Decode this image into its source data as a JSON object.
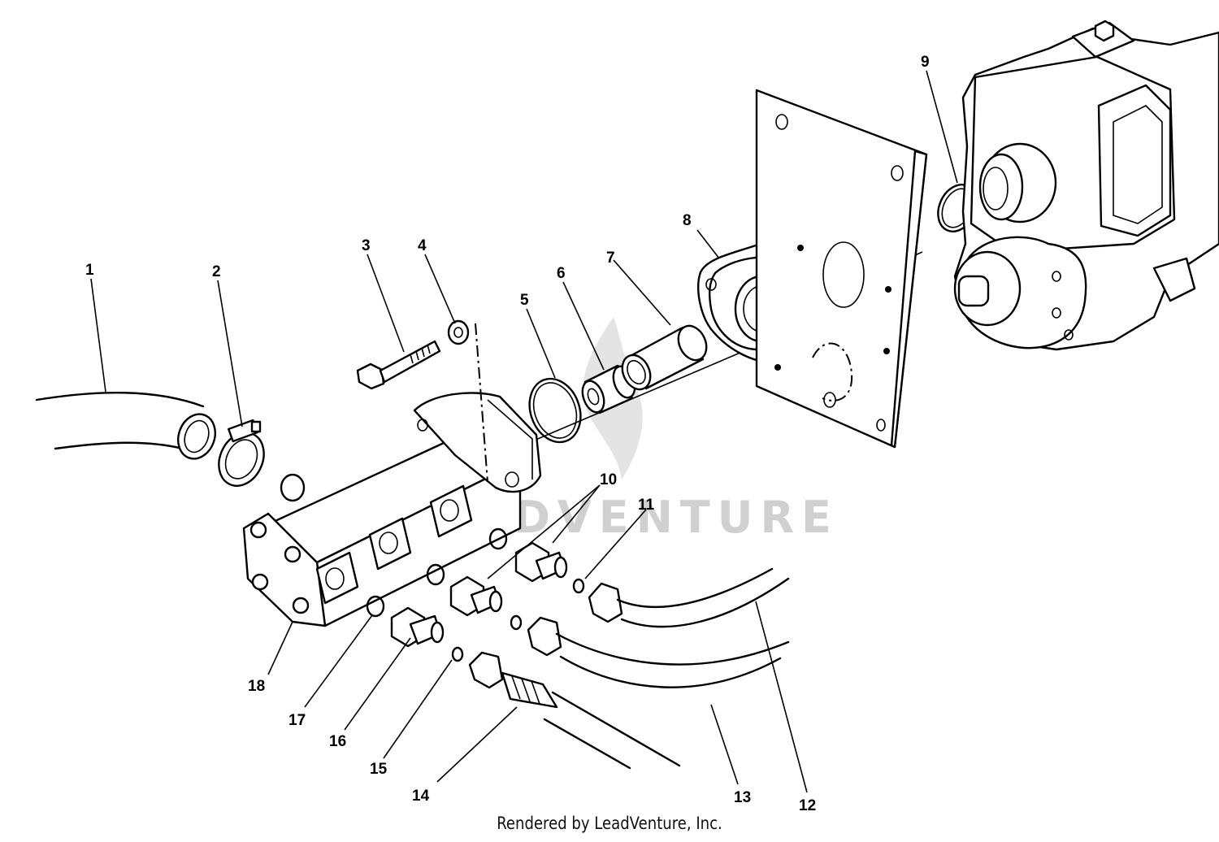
{
  "labels": [
    "1",
    "2",
    "3",
    "4",
    "5",
    "6",
    "7",
    "8",
    "9",
    "10",
    "11",
    "12",
    "13",
    "14",
    "15",
    "16",
    "17",
    "18"
  ],
  "watermark": "LEADVENTURE",
  "credit": "Rendered by LeadVenture, Inc."
}
